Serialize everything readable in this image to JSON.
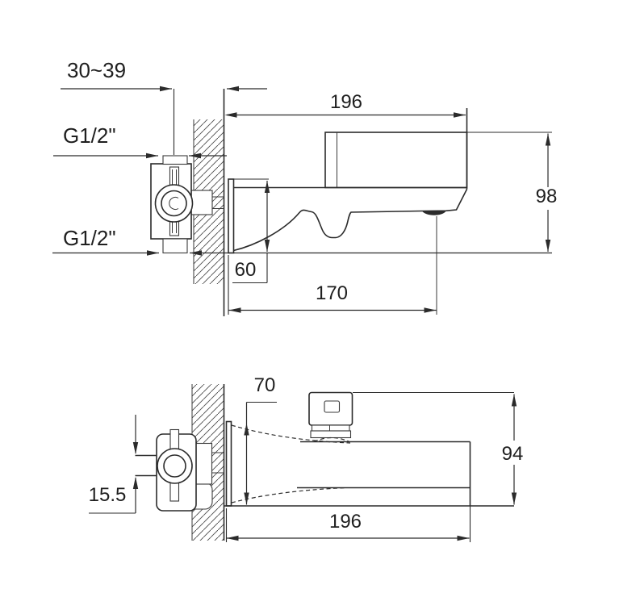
{
  "drawing_type": "faucet installation dimension drawing",
  "side_view": {
    "dims": {
      "wall_offset": "30~39",
      "inlet_top": "G1/2\"",
      "inlet_bottom": "G1/2\"",
      "length": "196",
      "height": "98",
      "drop": "60",
      "reach": "170"
    }
  },
  "plan_view": {
    "dims": {
      "mouth": "70",
      "height": "94",
      "inlet_offset": "15.5",
      "length": "196"
    }
  },
  "colors": {
    "line": "#2b2b2b",
    "background": "#ffffff",
    "text": "#1f1f1f"
  }
}
